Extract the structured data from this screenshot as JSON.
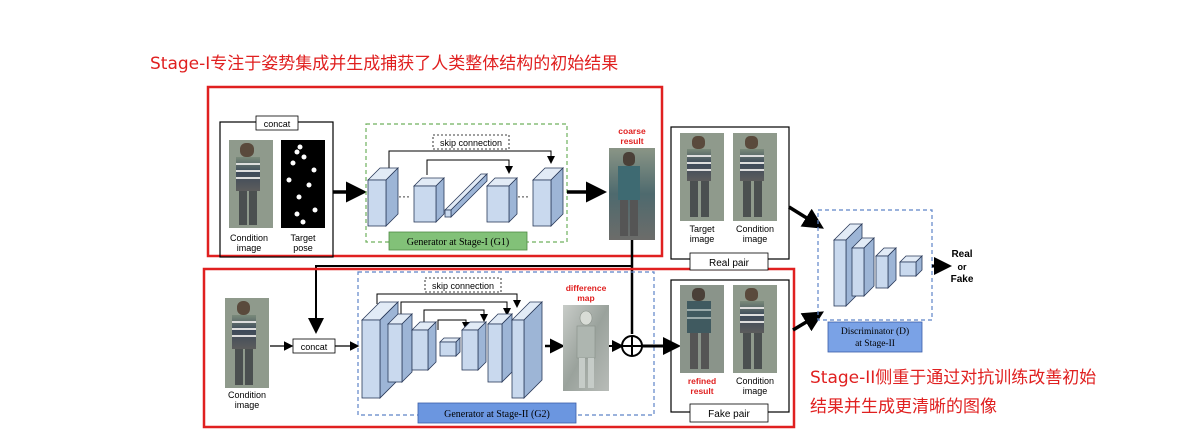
{
  "annotations": {
    "stage1_note": "Stage-I专注于姿势集成并生成捕获了人类整体结构的初始结果",
    "stage2_note_line1": "Stage-II侧重于通过对抗训练改善初始",
    "stage2_note_line2": "结果并生成更清晰的图像"
  },
  "stage1": {
    "concat": "concat",
    "condition_image_l1": "Condition",
    "condition_image_l2": "image",
    "target_pose_l1": "Target",
    "target_pose_l2": "pose",
    "skip_connection": "skip connection",
    "generator": "Generator at Stage-I (G1)",
    "coarse_l1": "coarse",
    "coarse_l2": "result"
  },
  "stage2": {
    "concat": "concat",
    "condition_image_l1": "Condition",
    "condition_image_l2": "image",
    "skip_connection": "skip connection",
    "generator": "Generator at Stage-II (G2)",
    "difference_l1": "difference",
    "difference_l2": "map"
  },
  "pairs": {
    "target_l1": "Target",
    "target_l2": "image",
    "cond_l1": "Condition",
    "cond_l2": "image",
    "real_pair": "Real pair",
    "refined_l1": "refined",
    "refined_l2": "result",
    "cond2_l1": "Condition",
    "cond2_l2": "image",
    "fake_pair": "Fake pair"
  },
  "discriminator": {
    "label_l1": "Discriminator (D)",
    "label_l2": "at Stage-II",
    "out_l1": "Real",
    "out_l2": "or",
    "out_l3": "Fake"
  },
  "colors": {
    "annotation_red": "#e02020",
    "generator1_green": "#82c178",
    "generator2_blue": "#6b96e0",
    "discriminator_blue": "#7aa2e6",
    "block_fill": "#c9d9ee",
    "label_red": "#e02020"
  }
}
